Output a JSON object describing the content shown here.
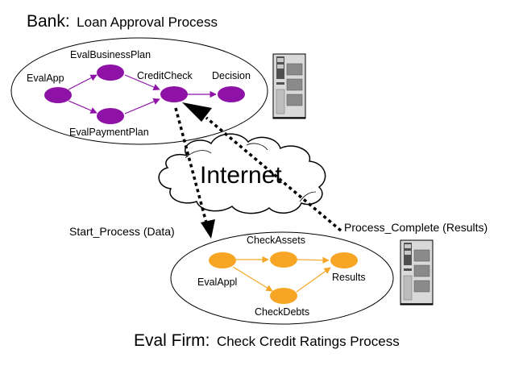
{
  "colors": {
    "bank_node": "#8e12a6",
    "eval_node": "#f6a624",
    "bank_edge": "#8e12a6",
    "eval_edge": "#f6a624",
    "outline": "#000000"
  },
  "bank": {
    "title_prefix": "Bank:",
    "title_suffix": "Loan Approval Process",
    "nodes": {
      "eval_app": "EvalApp",
      "eval_business_plan": "EvalBusinessPlan",
      "eval_payment_plan": "EvalPaymentPlan",
      "credit_check": "CreditCheck",
      "decision": "Decision"
    }
  },
  "eval_firm": {
    "title_prefix": "Eval Firm:",
    "title_suffix": "Check Credit Ratings Process",
    "nodes": {
      "eval_appl": "EvalAppl",
      "check_assets": "CheckAssets",
      "check_debts": "CheckDebts",
      "results": "Results"
    }
  },
  "network": {
    "cloud_label": "Internet",
    "start_message": "Start_Process (Data)",
    "complete_message": "Process_Complete (Results)"
  },
  "icons": {
    "bank_server": "server-icon",
    "eval_server": "server-icon"
  }
}
